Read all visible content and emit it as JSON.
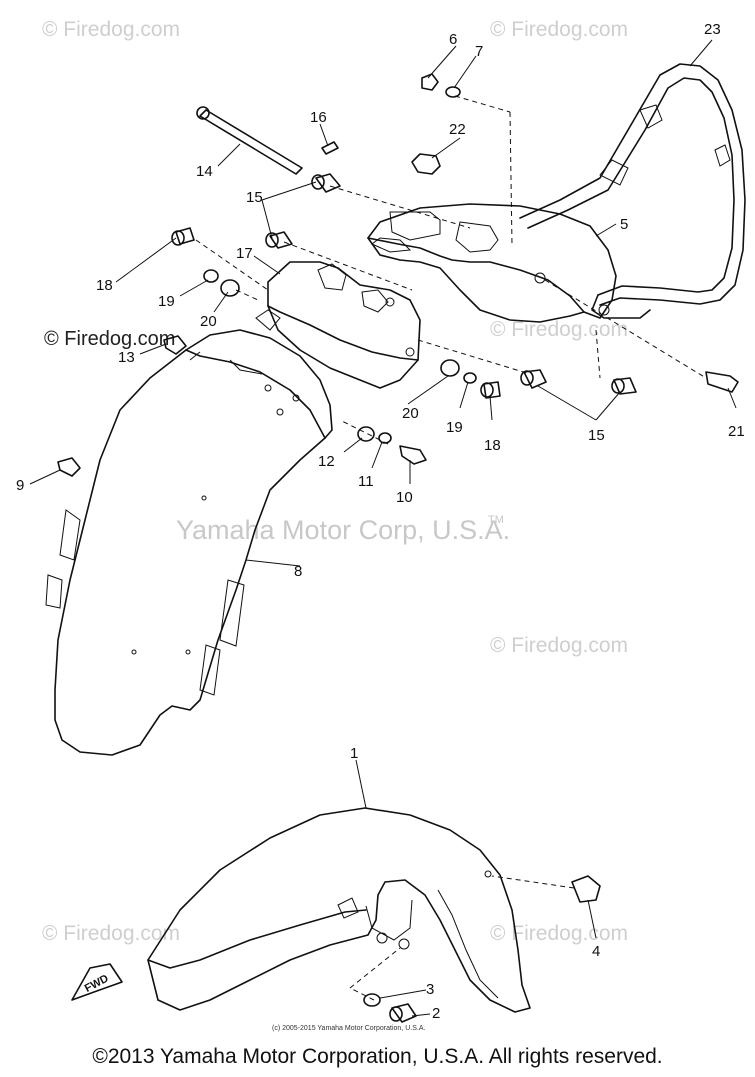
{
  "watermarks": {
    "firedog": "© Firedog.com",
    "brand": "Yamaha Motor Corp, U.S.A.",
    "tm": "TM"
  },
  "small_copyright": "(c) 2005-2015 Yamaha Motor Corporation, U.S.A.",
  "copyright": "©2013 Yamaha Motor Corporation, U.S.A. All rights reserved.",
  "fwd_label": "FWD",
  "callouts": {
    "c1": "1",
    "c2": "2",
    "c3": "3",
    "c4": "4",
    "c5": "5",
    "c6": "6",
    "c7": "7",
    "c8": "8",
    "c9": "9",
    "c10": "10",
    "c11": "11",
    "c12": "12",
    "c13": "13",
    "c14": "14",
    "c15a": "15",
    "c15b": "15",
    "c16": "16",
    "c17": "17",
    "c18a": "18",
    "c18b": "18",
    "c19a": "19",
    "c19b": "19",
    "c20a": "20",
    "c20b": "20",
    "c21": "21",
    "c22": "22",
    "c23": "23"
  }
}
